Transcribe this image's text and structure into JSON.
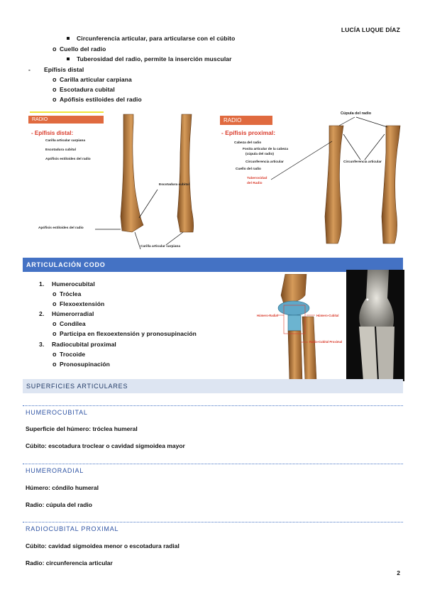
{
  "header": {
    "author": "LUCÍA LUQUE DÍAZ",
    "page_number": "2"
  },
  "top_outline": [
    {
      "level": 3,
      "text": "Circunferencia articular, para articularse con el cúbito"
    },
    {
      "level": 2,
      "text": "Cuello del radio"
    },
    {
      "level": 3,
      "text": "Tuberosidad del radio, permite la inserción muscular"
    },
    {
      "level": 1,
      "text": "Epífisis distal"
    },
    {
      "level": 2,
      "text": "Carilla articular carpiana"
    },
    {
      "level": 2,
      "text": "Escotadura cubital"
    },
    {
      "level": 2,
      "text": "Apófisis estiloides del radio"
    }
  ],
  "figure_left": {
    "box_label": "RADIO",
    "title": "- Epífisis distal:",
    "labels": [
      "Carilla articular carpiana",
      "Escotadura cubital",
      "Apófisis estiloides del radio"
    ],
    "callout_escotadura": "Escotadura cubital",
    "callout_apofisis": "Apófisis estiloides del radio",
    "callout_carilla": "Carilla articular carpiana"
  },
  "figure_right": {
    "box_label": "RADIO",
    "title": "- Epífisis proximal:",
    "cabeza": "Cabeza del radio",
    "fosita": "Fosita articular de la cabeza",
    "fosita_sub": "(cúpula del radio)",
    "circ": "Circunferencia articular",
    "cuello": "Cuello del radio",
    "tub1": "Tuberosidad",
    "tub2": "del Radio",
    "cupula_callout": "Cúpula del radio",
    "circ_callout": "Circunferencia articular"
  },
  "articulacion": {
    "title": "ARTICULACIÓN CODO",
    "items": [
      {
        "num": "1.",
        "text": "Humerocubital",
        "subs": [
          "Tróclea",
          "Flexoextensión"
        ]
      },
      {
        "num": "2.",
        "text": "Húmerorradial",
        "subs": [
          "Condílea",
          "Participa en flexoextensión y pronosupinación"
        ]
      },
      {
        "num": "3.",
        "text": "Radiocubital proximal",
        "subs": [
          "Trocoide",
          "Pronosupinación"
        ]
      }
    ],
    "fig_labels": {
      "humero_radial": "Húmero-Radial",
      "humero_cubital": "Húmero-Cubital",
      "radio_cubital": "Radio-Cubital Proximal"
    }
  },
  "superficies": {
    "title": "SUPERFICIES ARTICULARES",
    "sections": [
      {
        "title": "HUMEROCUBITAL",
        "lines": [
          "Superficie del húmero: tróclea humeral",
          "Cúbito: escotadura troclear o cavidad sigmoidea mayor"
        ]
      },
      {
        "title": "HUMERORADIAL",
        "lines": [
          "Húmero: cóndilo humeral",
          "Radio: cúpula del radio"
        ]
      },
      {
        "title": "RADIOCUBITAL PROXIMAL",
        "lines": [
          "Cúbito: cavidad sigmoidea menor o escotadura radial",
          "Radio: circunferencia articular"
        ]
      }
    ]
  },
  "colors": {
    "bar": "#4472c4",
    "band": "#dde5f2",
    "sub_title": "#2e53a3",
    "accent_red": "#d93a2a",
    "bone": "#c98a4a"
  }
}
